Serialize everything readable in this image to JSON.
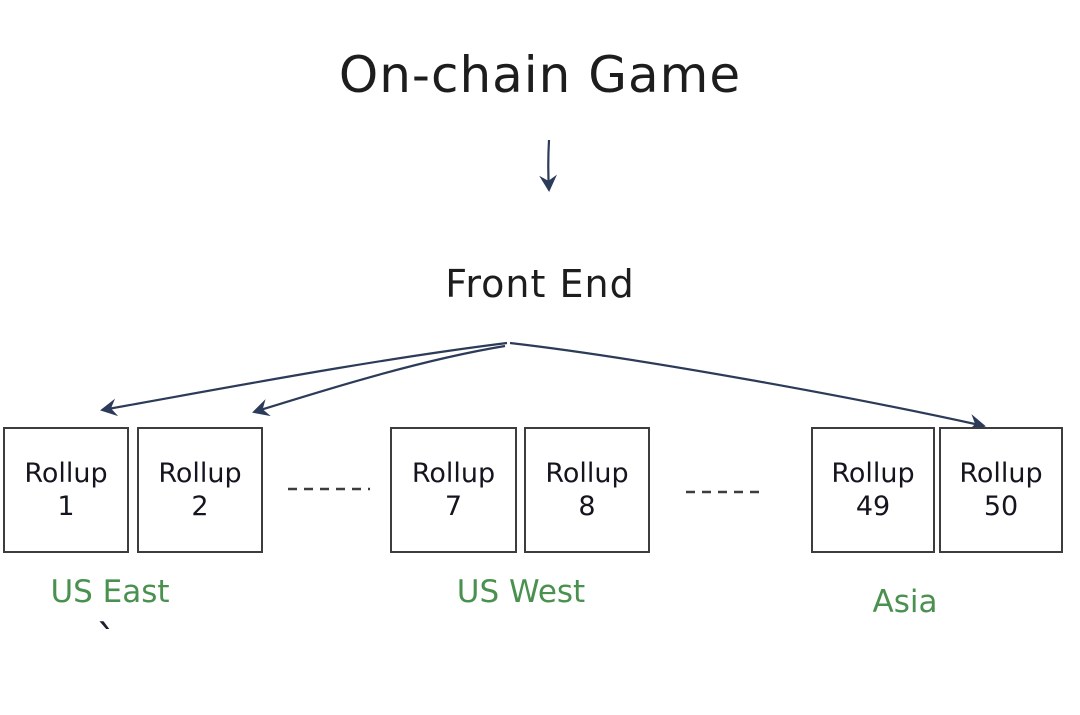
{
  "diagram": {
    "title": "On-chain Game",
    "front_end": {
      "label": "Front End"
    },
    "rollups": [
      {
        "name": "Rollup",
        "number": "1",
        "region": "US East"
      },
      {
        "name": "Rollup",
        "number": "2",
        "region": "US East"
      },
      {
        "name": "Rollup",
        "number": "7",
        "region": "US West"
      },
      {
        "name": "Rollup",
        "number": "8",
        "region": "US West"
      },
      {
        "name": "Rollup",
        "number": "49",
        "region": "Asia"
      },
      {
        "name": "Rollup",
        "number": "50",
        "region": "Asia"
      }
    ],
    "regions": [
      {
        "label": "US East"
      },
      {
        "label": "US West"
      },
      {
        "label": "Asia"
      }
    ],
    "edges": [
      {
        "from": "On-chain Game",
        "to": "Front End"
      },
      {
        "from": "Front End",
        "to": "Rollup 1"
      },
      {
        "from": "Front End",
        "to": "Rollup 2"
      },
      {
        "from": "Front End",
        "to": "Rollup 50"
      }
    ],
    "stray_mark": "`",
    "colors": {
      "arrow": "#2c3b59",
      "region_label": "#4a9150",
      "box_border": "#3d3d3d",
      "text": "#1d1d1d",
      "background": "#ffffff"
    }
  }
}
